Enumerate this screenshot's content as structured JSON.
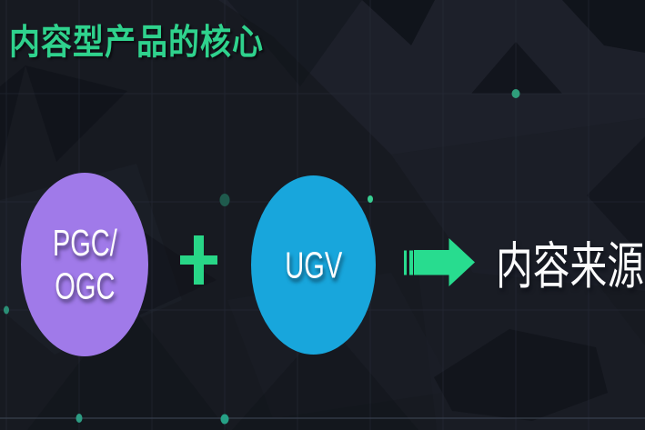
{
  "slide": {
    "title": "内容型产品的核心",
    "diagram": {
      "source1": {
        "line1": "PGC/",
        "line2": "OGC",
        "fill": "#a07ae9"
      },
      "operator": "+",
      "source2": {
        "label": "UGV",
        "fill": "#18a6dc"
      },
      "result": "内容来源"
    },
    "colors": {
      "background": "#171a21",
      "title_green": "#2fd28d",
      "accent_green": "#28dc8f",
      "label_white": "#fdfdfe"
    }
  }
}
